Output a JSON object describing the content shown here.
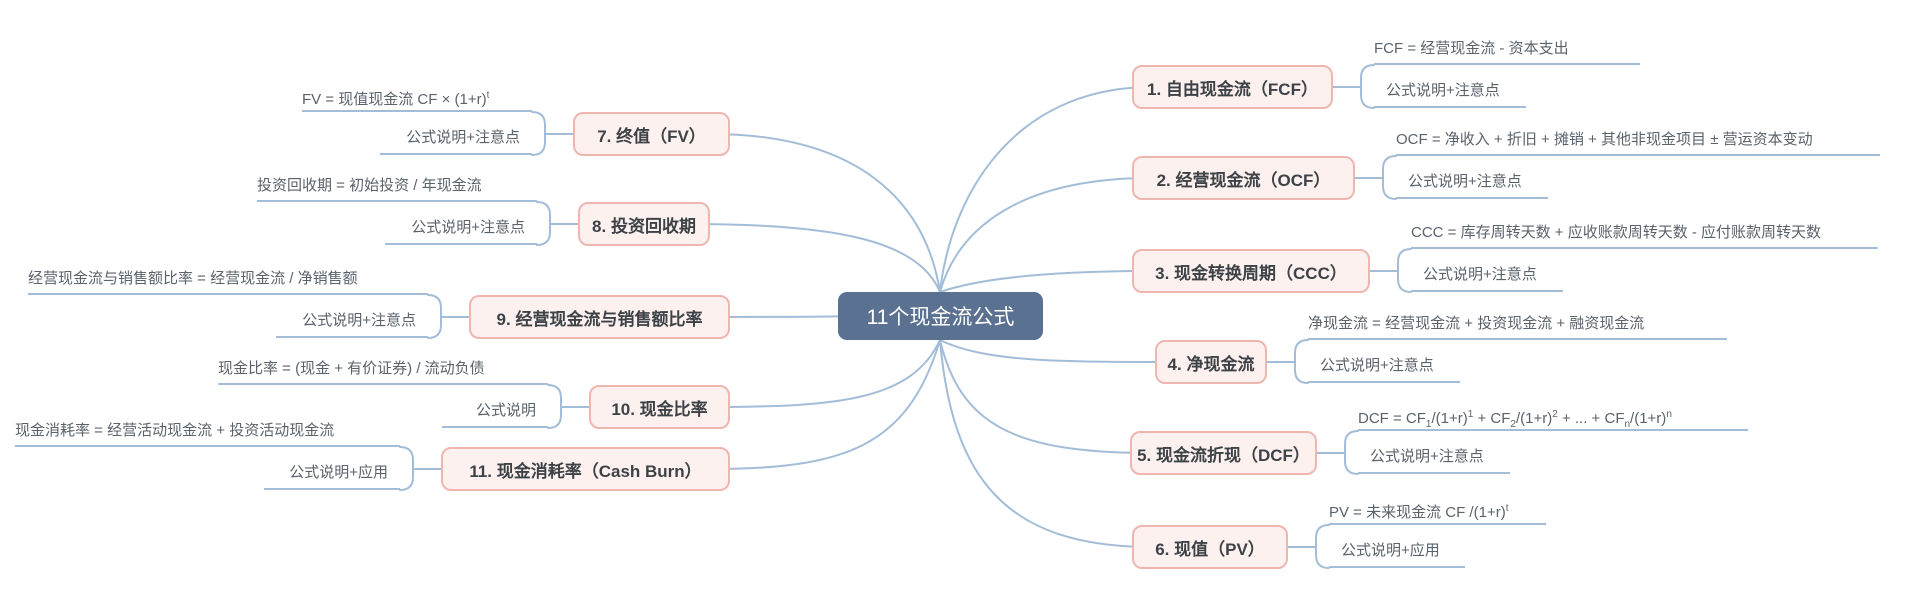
{
  "root": {
    "label": "11个现金流公式"
  },
  "palette": {
    "root_fill": "#5a7191",
    "root_text": "#ffffff",
    "topic_fill": "#fdf1ef",
    "topic_border": "#efb6b0",
    "topic_text": "#3d4247",
    "connector_line": "#a3bdd8",
    "child_text": "#5a626b"
  },
  "branches": [
    {
      "label": "1. 自由现金流（FCF）",
      "formula": "FCF = 经营现金流 - 资本支出",
      "note": "公式说明+注意点",
      "side": "right"
    },
    {
      "label": "2. 经营现金流（OCF）",
      "formula": "OCF = 净收入 + 折旧 + 摊销 + 其他非现金项目 ± 营运资本变动",
      "note": "公式说明+注意点",
      "side": "right"
    },
    {
      "label": "3. 现金转换周期（CCC）",
      "formula": "CCC = 库存周转天数 + 应收账款周转天数 - 应付账款周转天数",
      "note": "公式说明+注意点",
      "side": "right"
    },
    {
      "label": "4. 净现金流",
      "formula": "净现金流 = 经营现金流 + 投资现金流 + 融资现金流",
      "note": "公式说明+注意点",
      "side": "right"
    },
    {
      "label": "5. 现金流折现（DCF）",
      "formula": "DCF = CF<sub>1</sub>/(1+r)<sup>1</sup> + CF<sub>2</sub>/(1+r)<sup>2</sup> + ... + CF<sub>n</sub>/(1+r)<sup>n</sup>",
      "note": "公式说明+注意点",
      "side": "right"
    },
    {
      "label": "6. 现值（PV）",
      "formula": "PV = 未来现金流 CF /(1+r)<sup>t</sup>",
      "note": "公式说明+应用",
      "side": "right"
    },
    {
      "label": "7. 终值（FV）",
      "formula": "FV = 现值现金流 CF × (1+r)<sup>t</sup>",
      "note": "公式说明+注意点",
      "side": "left"
    },
    {
      "label": "8. 投资回收期",
      "formula": "投资回收期 = 初始投资 / 年现金流",
      "note": "公式说明+注意点",
      "side": "left"
    },
    {
      "label": "9. 经营现金流与销售额比率",
      "formula": "经营现金流与销售额比率 = 经营现金流 / 净销售额",
      "note": "公式说明+注意点",
      "side": "left"
    },
    {
      "label": "10. 现金比率",
      "formula": "现金比率 = (现金 + 有价证券) / 流动负债",
      "note": "公式说明",
      "side": "left"
    },
    {
      "label": "11. 现金消耗率（Cash Burn）",
      "formula": "现金消耗率 = 经营活动现金流 + 投资活动现金流",
      "note": "公式说明+应用",
      "side": "left"
    }
  ]
}
